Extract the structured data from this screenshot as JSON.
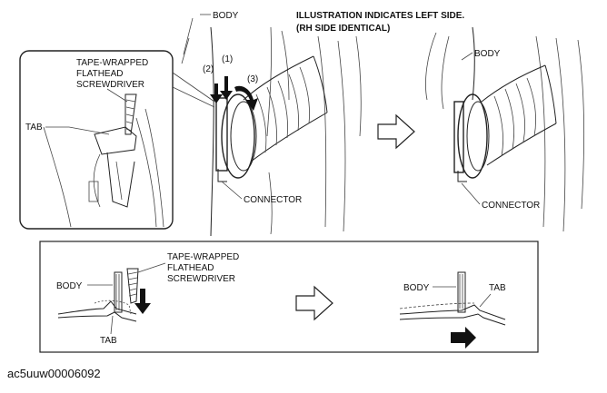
{
  "header": {
    "line1": "ILLUSTRATION INDICATES LEFT SIDE.",
    "line2": "(RH SIDE IDENTICAL)"
  },
  "labels": {
    "body_top": "BODY",
    "body_right": "BODY",
    "connector_left": "CONNECTOR",
    "connector_right": "CONNECTOR",
    "step1": "(1)",
    "step2": "(2)",
    "step3": "(3)",
    "inset_tool_l1": "TAPE-WRAPPED",
    "inset_tool_l2": "FLATHEAD",
    "inset_tool_l3": "SCREWDRIVER",
    "inset_tab": "TAB",
    "bottom_body_left": "BODY",
    "bottom_tool_l1": "TAPE-WRAPPED",
    "bottom_tool_l2": "FLATHEAD",
    "bottom_tool_l3": "SCREWDRIVER",
    "bottom_tab_left": "TAB",
    "bottom_body_right": "BODY",
    "bottom_tab_right": "TAB"
  },
  "footer": {
    "code": "ac5uuw00006092"
  },
  "icons": [
    "arrow-right-outline-icon",
    "press-arrow-icon",
    "slide-arrow-icon"
  ]
}
